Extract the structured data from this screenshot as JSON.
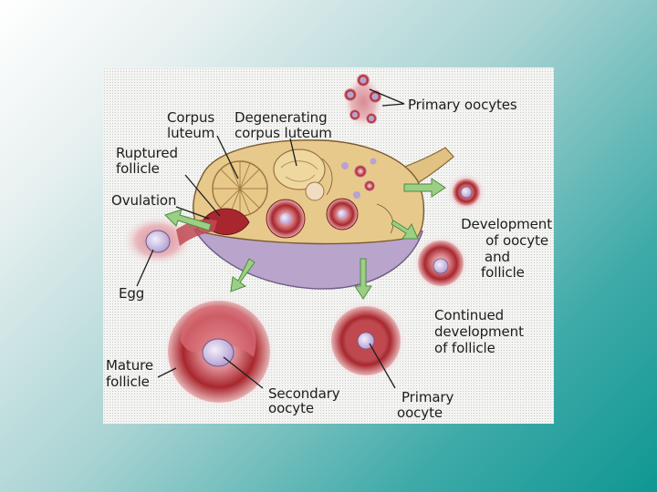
{
  "labels": {
    "primary_oocytes": "Primary oocytes",
    "corpus_luteum": [
      "Corpus",
      "luteum"
    ],
    "degenerating_corpus_luteum": [
      "Degenerating",
      "corpus luteum"
    ],
    "ruptured_follicle": [
      "Ruptured",
      "follicle"
    ],
    "ovulation": "Ovulation",
    "development_of_oocyte": [
      "Development",
      "of oocyte",
      "and",
      "follicle"
    ],
    "egg": "Egg",
    "continued_development": [
      "Continued",
      "development",
      "of follicle"
    ],
    "mature_follicle": [
      "Mature",
      "follicle"
    ],
    "secondary_oocyte": [
      "Secondary",
      "oocyte"
    ],
    "primary_oocyte": [
      "Primary",
      "oocyte"
    ]
  },
  "colors": {
    "ovary_tissue": "#e7c98c",
    "ovary_underside": "#b9a4cc",
    "follicle_red": "#a8272e",
    "oocyte_lavender": "#c9b8e0",
    "arrow_green": "#9bcf86"
  }
}
